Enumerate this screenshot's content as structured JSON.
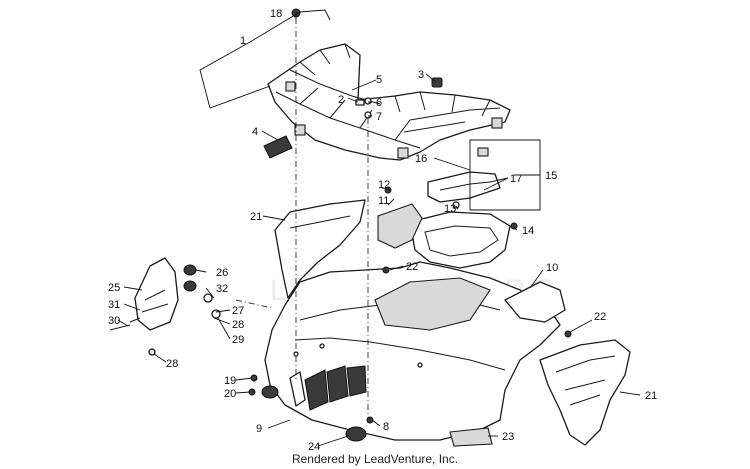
{
  "diagram": {
    "callouts": [
      "1",
      "2",
      "3",
      "4",
      "5",
      "6",
      "7",
      "8",
      "9",
      "10",
      "11",
      "12",
      "13",
      "14",
      "15",
      "16",
      "17",
      "18",
      "19",
      "20",
      "21",
      "21",
      "22",
      "22",
      "23",
      "24",
      "25",
      "26",
      "27",
      "28",
      "28",
      "29",
      "30",
      "31",
      "32"
    ],
    "watermark": "LEADVENTURE",
    "footer": "Rendered by LeadVenture, Inc."
  }
}
